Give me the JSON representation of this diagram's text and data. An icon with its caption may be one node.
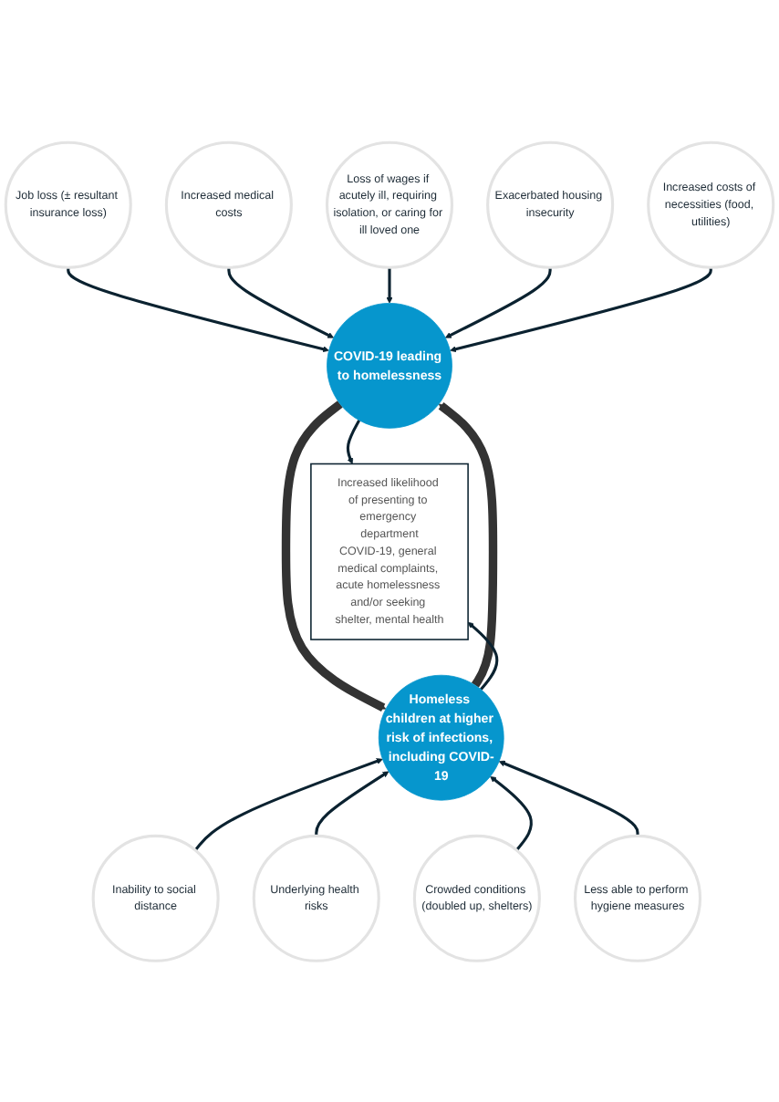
{
  "diagram": {
    "nodes": [
      {
        "text": [
          "Job loss (± resultant insurance loss)"
        ]
      },
      {
        "text": [
          "Increased medical costs"
        ]
      },
      {
        "text": [
          "Loss of wages if acutely ill, requiring isolation, or caring for ill loved one"
        ]
      },
      {
        "text": [
          "Exacerbated housing insecurity"
        ]
      },
      {
        "text": [
          "Increased costs of necessities (food, utilities)"
        ]
      },
      {
        "text": [
          "COVID-19 leading to homelessness"
        ]
      },
      {
        "text": [
          "Increased likelihood of presenting to emergency department",
          "COVID-19, general medical complaints, acute homelessness and/or seeking shelter, mental health"
        ]
      },
      {
        "text": [
          "Homeless children at higher risk of infections, including COVID-19"
        ]
      },
      {
        "text": [
          "Inability to social distance"
        ]
      },
      {
        "text": [
          "Underlying health risks"
        ]
      },
      {
        "text": [
          "Crowded conditions (doubled up, shelters)"
        ]
      },
      {
        "text": [
          "Less able to perform hygiene measures"
        ]
      }
    ],
    "edges": [
      {
        "from": 0,
        "to": 5,
        "arrow": "to"
      },
      {
        "from": 1,
        "to": 5,
        "arrow": "to"
      },
      {
        "from": 2,
        "to": 5,
        "arrow": "to"
      },
      {
        "from": 3,
        "to": 5,
        "arrow": "to"
      },
      {
        "from": 4,
        "to": 5,
        "arrow": "to"
      },
      {
        "from": 5,
        "to": 6,
        "arrow": "to"
      },
      {
        "from": 5,
        "to": 7,
        "arrow": "to",
        "style": "thick",
        "color": "#333333"
      },
      {
        "from": 7,
        "to": 5,
        "arrow": "to",
        "style": "thick",
        "color": "#333333"
      },
      {
        "from": 7,
        "to": 6,
        "arrow": "to"
      },
      {
        "from": 8,
        "to": 7,
        "arrow": "to"
      },
      {
        "from": 9,
        "to": 7,
        "arrow": "to"
      },
      {
        "from": 10,
        "to": 7,
        "arrow": "to"
      },
      {
        "from": 11,
        "to": 7,
        "arrow": "to"
      }
    ]
  }
}
